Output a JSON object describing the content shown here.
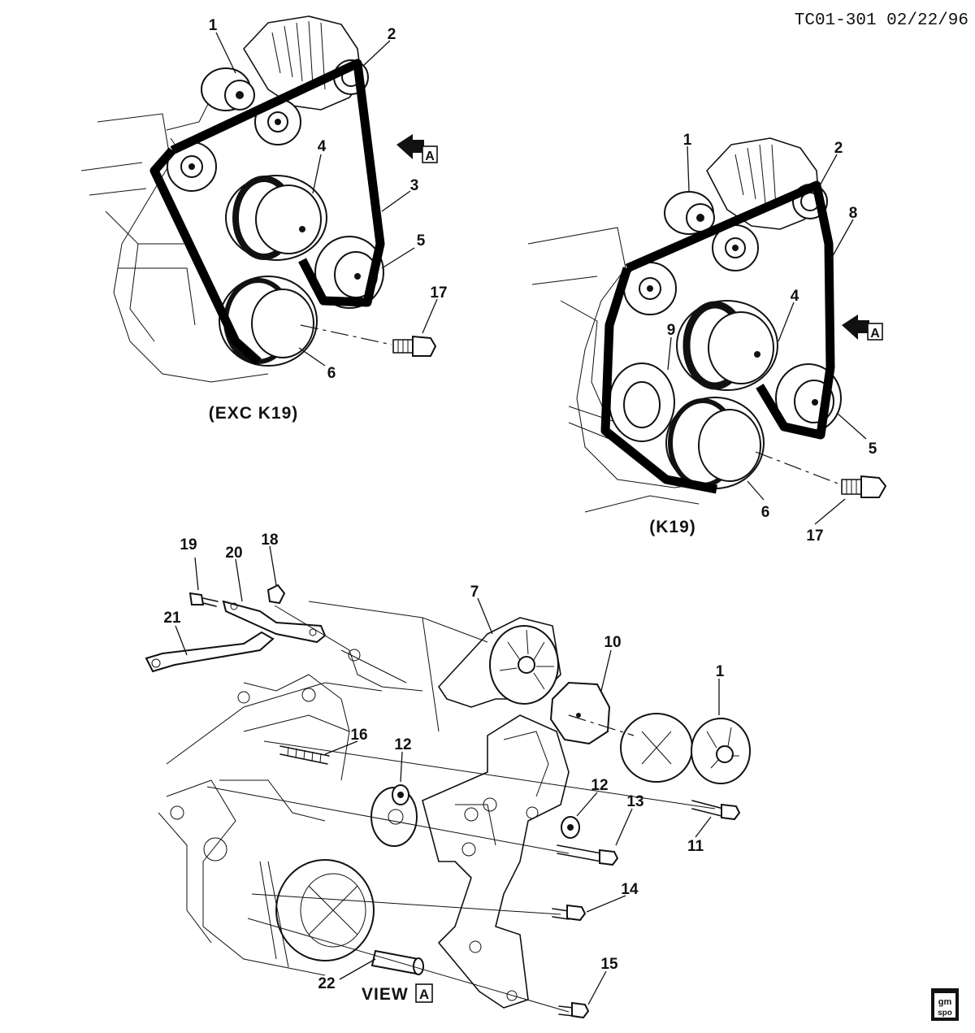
{
  "header": {
    "code": "TC01-301 02/22/96"
  },
  "captions": {
    "exc_k19": "(EXC K19)",
    "k19": "(K19)",
    "view_a": "VIEW",
    "view_letter": "A"
  },
  "arrow_letter": "A",
  "logo": {
    "line1": "gm",
    "line2": "spo"
  },
  "callouts": {
    "v1": {
      "c1": "1",
      "c2": "2",
      "c3": "3",
      "c4": "4",
      "c5": "5",
      "c6": "6",
      "c17": "17"
    },
    "v2": {
      "c1": "1",
      "c2": "2",
      "c4": "4",
      "c5": "5",
      "c6": "6",
      "c8": "8",
      "c9": "9",
      "c17": "17"
    },
    "v3": {
      "c1": "1",
      "c7": "7",
      "c10": "10",
      "c11": "11",
      "c12a": "12",
      "c12b": "12",
      "c13": "13",
      "c14": "14",
      "c15": "15",
      "c16": "16",
      "c18": "18",
      "c19": "19",
      "c20": "20",
      "c21": "21",
      "c22": "22"
    }
  }
}
